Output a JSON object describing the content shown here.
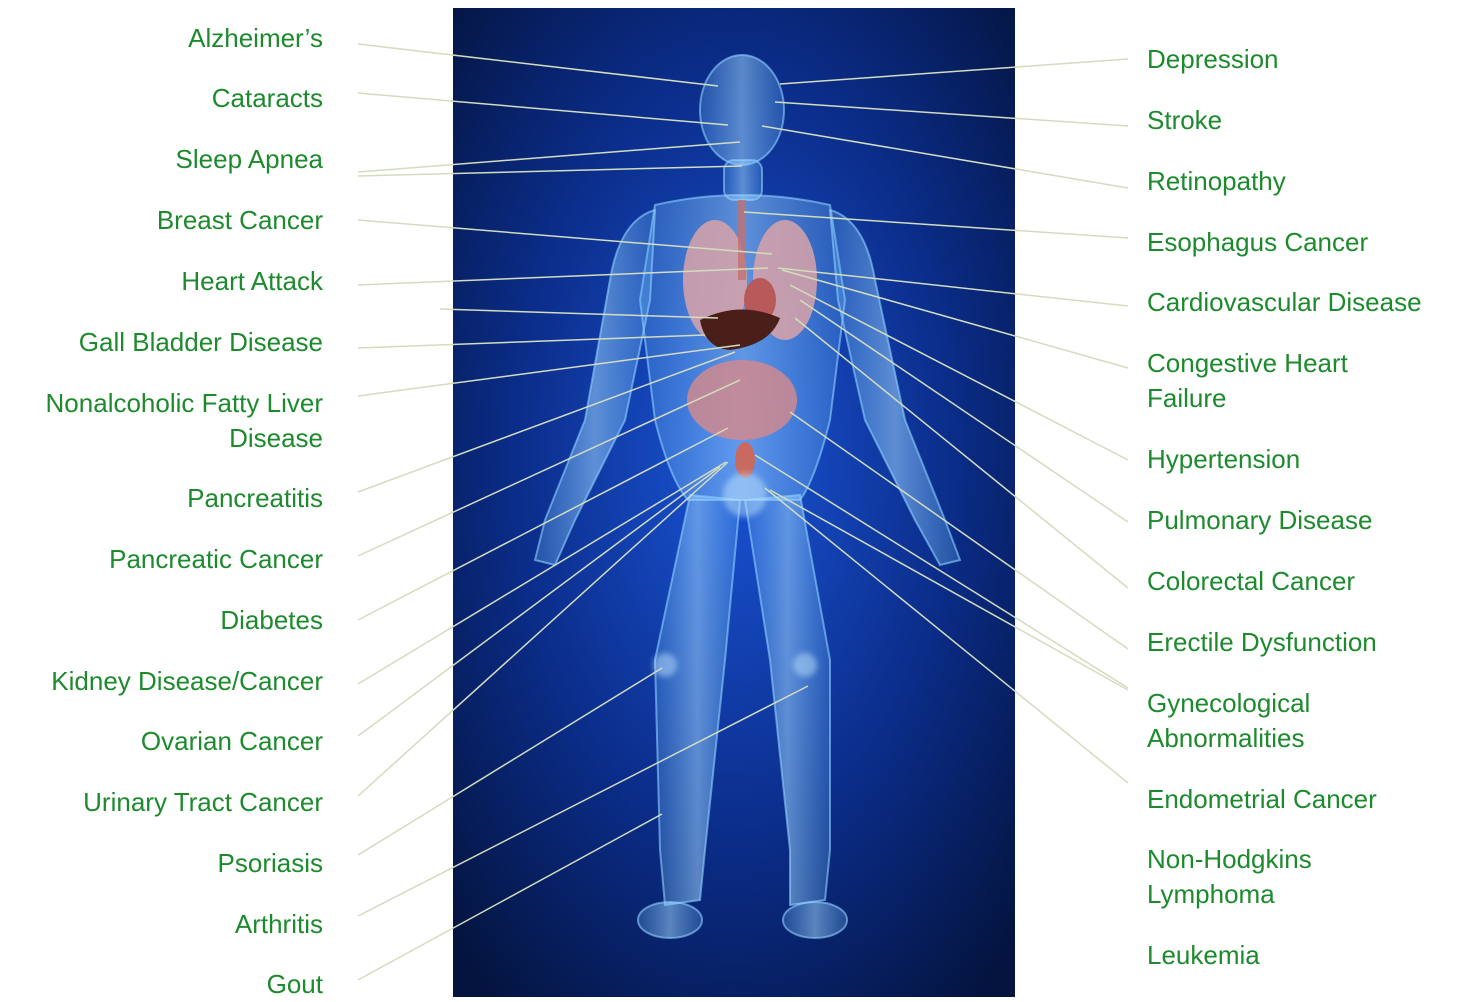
{
  "colors": {
    "label_text": "#1e8a2e",
    "leader_line": "#d3dcbf",
    "panel_dark": "#04143f",
    "panel_bright": "#1a55d8",
    "body_glow": "#5fb0ff",
    "organ_pink": "#d9a3a8",
    "liver": "#4a1f1a"
  },
  "image": {
    "subject": "human-body-organs-figure"
  },
  "left_labels": [
    "Alzheimer’s",
    "Cataracts",
    "Sleep Apnea",
    "Breast Cancer",
    "Heart Attack",
    "Gall Bladder Disease",
    "Nonalcoholic Fatty Liver\nDisease",
    "Pancreatitis",
    "Pancreatic Cancer",
    "Diabetes",
    "Kidney Disease/Cancer",
    "Ovarian Cancer",
    "Urinary Tract Cancer",
    "Psoriasis",
    "Arthritis",
    "Gout"
  ],
  "right_labels": [
    "Depression",
    "Stroke",
    "Retinopathy",
    "Esophagus Cancer",
    "Cardiovascular Disease",
    "Congestive Heart\nFailure",
    "Hypertension",
    "Pulmonary Disease",
    "Colorectal Cancer",
    "Erectile Dysfunction",
    "Gynecological\nAbnormalities",
    "Endometrial Cancer",
    "Non-Hodgkins\nLymphoma",
    "Leukemia"
  ]
}
